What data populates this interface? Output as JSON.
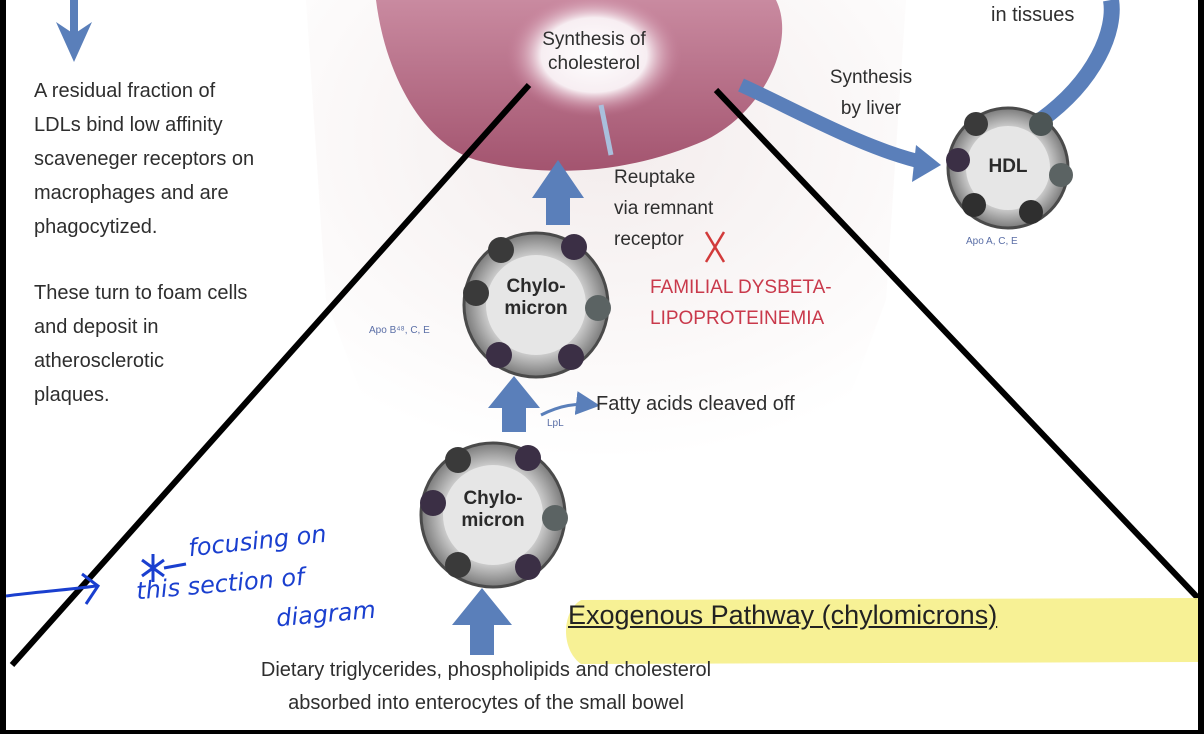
{
  "left_panel": {
    "paragraph1": [
      "A residual fraction of",
      "LDLs bind low affinity",
      "scaveneger receptors on",
      "macrophages and are",
      "phagocytized."
    ],
    "paragraph2": [
      "These turn to foam cells",
      "and deposit in",
      "atherosclerotic",
      "plaques."
    ]
  },
  "liver": {
    "synthesis_label": [
      "Synthesis of",
      "cholesterol"
    ],
    "synthesis_by_liver": [
      "Synthesis",
      "by liver"
    ],
    "in_tissues": "in tissues"
  },
  "hdl": {
    "label": "HDL",
    "apo": "Apo A, C, E"
  },
  "chylomicron_upper": {
    "label": [
      "Chylo-",
      "micron"
    ],
    "apo": "Apo B⁴⁸, C, E"
  },
  "chylomicron_lower": {
    "label": [
      "Chylo-",
      "micron"
    ]
  },
  "reuptake": [
    "Reuptake",
    "via remnant",
    "receptor"
  ],
  "disease": [
    "FAMILIAL DYSBETA-",
    "LIPOPROTEINEMIA"
  ],
  "fatty_acids": "Fatty acids cleaved off",
  "lpl": "LpL",
  "title": "Exogenous Pathway (chylomicrons)",
  "bottom_caption": [
    "Dietary triglycerides, phospholipids and cholesterol",
    "absorbed into enterocytes of the small bowel"
  ],
  "annotation": [
    "focusing on",
    "this section of",
    "diagram"
  ],
  "colors": {
    "arrow": "#5a7fba",
    "liver": "#b66b85",
    "highlight": "#f6f08a",
    "disease": "#c9394b",
    "annotation": "#1a3fcf"
  }
}
